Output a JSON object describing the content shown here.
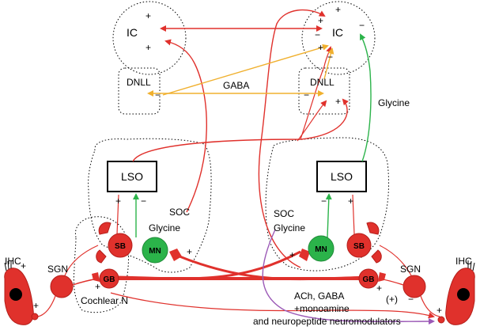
{
  "labels": {
    "ic_left": "IC",
    "ic_right": "IC",
    "dnll_left": "DNLL",
    "dnll_right": "DNLL",
    "gaba": "GABA",
    "glycine_top": "Glycine",
    "lso_left": "LSO",
    "lso_right": "LSO",
    "soc_left": "SOC",
    "soc_right": "SOC",
    "glycine_left": "Glycine",
    "glycine_right": "Glycine",
    "sb_left": "SB",
    "sb_right": "SB",
    "gb_left": "GB",
    "gb_right": "GB",
    "mn_left": "MN",
    "mn_right": "MN",
    "ihc_left": "IHC",
    "ihc_right": "IHC",
    "sgn_left": "SGN",
    "sgn_right": "SGN",
    "cochlear_n": "Cochlear N",
    "neuromod_line1": "ACh, GABA",
    "neuromod_line2": "+monoamine",
    "neuromod_line3": "and neuropeptide neuromodulators",
    "neuromod_sign": "(+)"
  },
  "signs": {
    "plus": "+",
    "minus": "−"
  },
  "colors": {
    "excitatory": "#e0312c",
    "excitatory_dark": "#b51f1b",
    "inhibitory_gaba": "#f0b02e",
    "inhibitory_glycine": "#2bb34a",
    "neuromodulator": "#9b59b6",
    "outline": "#000000"
  }
}
